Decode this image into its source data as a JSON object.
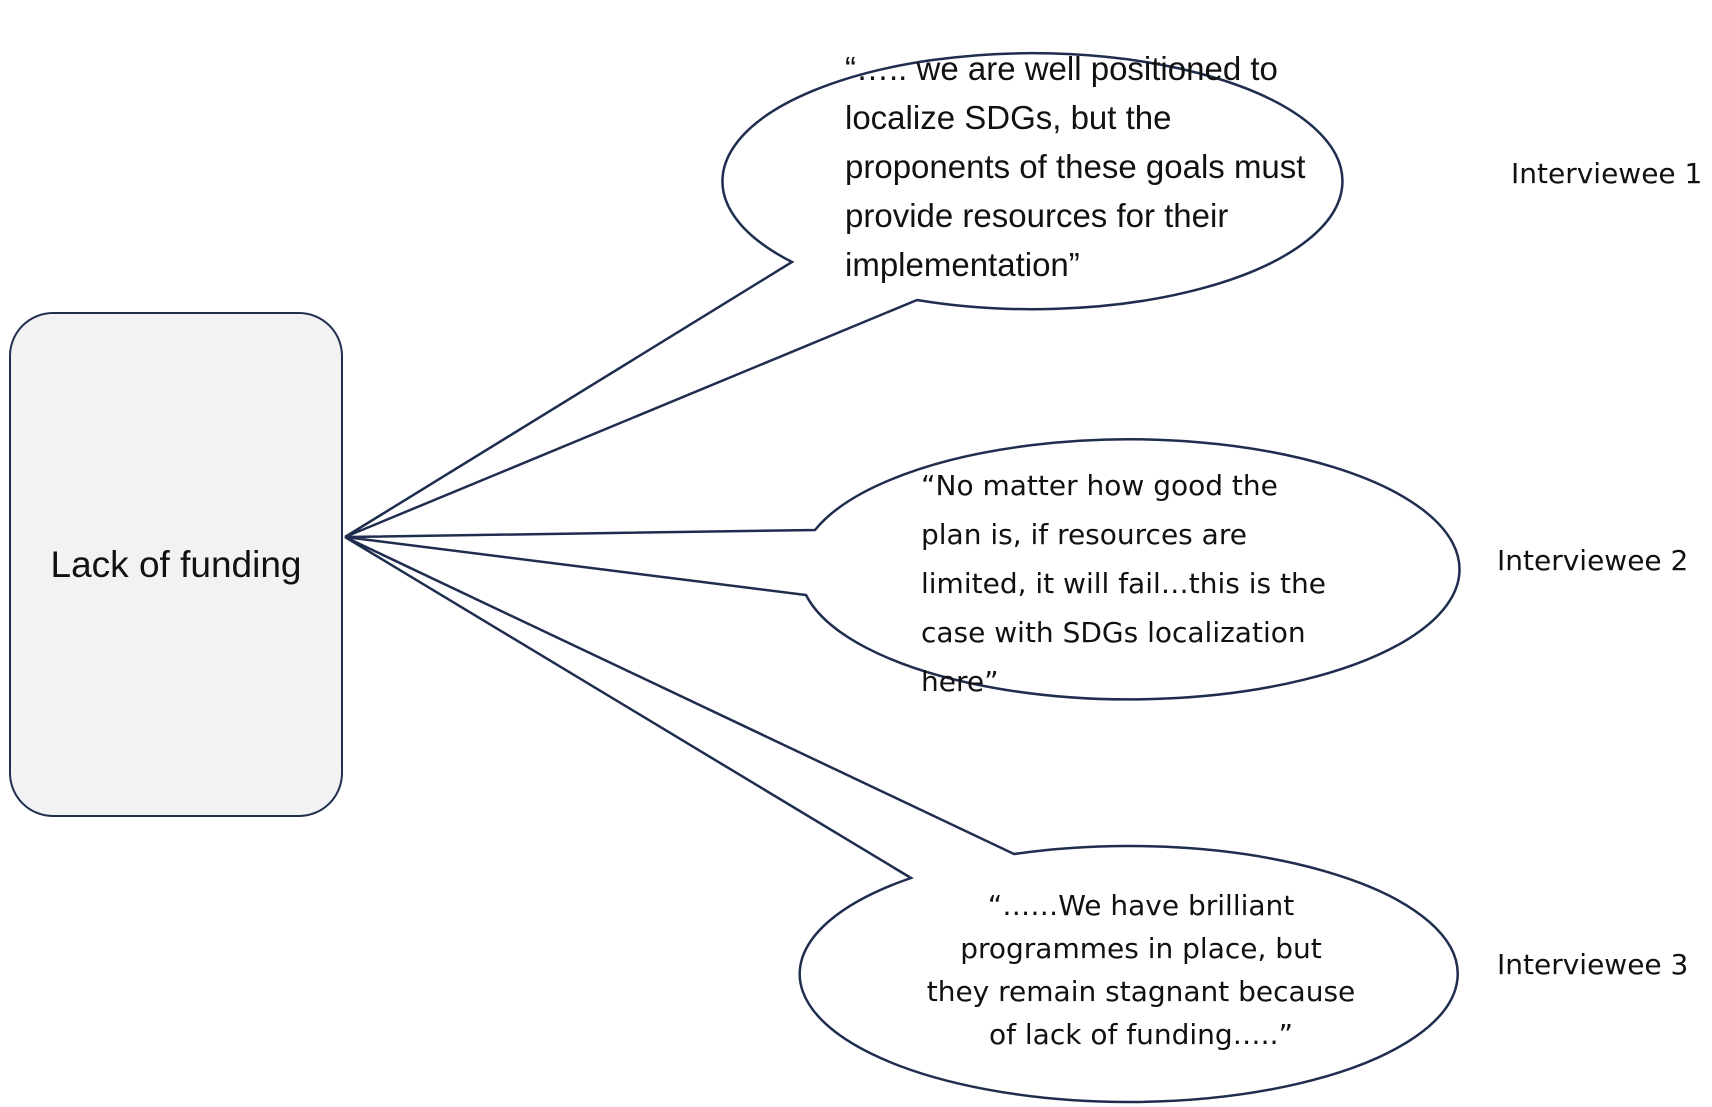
{
  "concept": {
    "label": "Lack of funding"
  },
  "quotes": [
    {
      "lines": [
        "“….. we are well positioned to",
        "localize SDGs, but the",
        "proponents of these goals must",
        "provide resources for their",
        "implementation”"
      ],
      "speaker": "Interviewee 1"
    },
    {
      "lines": [
        "“No matter how good the",
        "plan is, if resources are",
        "limited, it will fail…this is the",
        "case with SDGs localization",
        "here”"
      ],
      "speaker": "Interviewee 2"
    },
    {
      "lines": [
        "“……We have brilliant",
        "programmes in place, but",
        "they remain stagnant because",
        "of lack of funding…..”"
      ],
      "speaker": "Interviewee 3"
    }
  ],
  "colors": {
    "outline": "#1f2d4e",
    "box_fill": "#f2f2f4",
    "text": "#111111"
  }
}
